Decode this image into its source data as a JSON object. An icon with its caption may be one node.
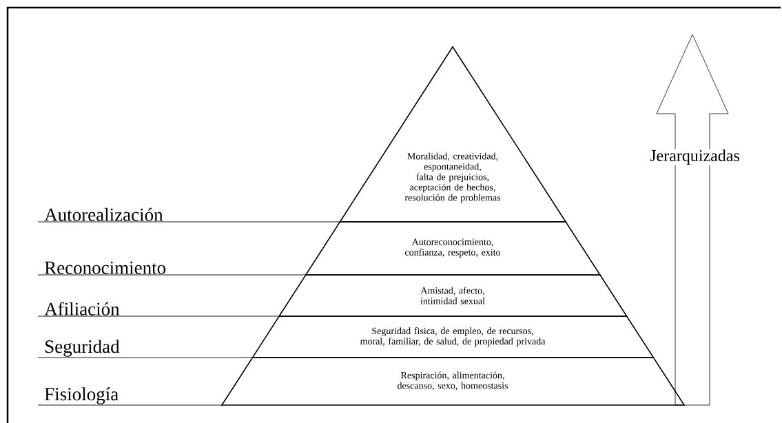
{
  "diagram": {
    "nodes": [
      {
        "text": [
          "Moralidad, creatividad, espontaneidad, falta de prejuicios, aceptación de hechos, resolución de problemas"
        ]
      },
      {
        "text": [
          "Autoreconocimiento, confianza, respeto, exito"
        ]
      },
      {
        "text": [
          "Amistad, afecto, intimidad sexual"
        ]
      },
      {
        "text": [
          "Seguridad fisica, de empleo, de recursos, moral, familiar, de salud, de propiedad privada"
        ]
      },
      {
        "text": [
          "Respiración, alimentación, descanso, sexo, homeostasis"
        ]
      },
      {
        "text": [
          "Autorealización"
        ]
      },
      {
        "text": [
          "Reconocimiento"
        ]
      },
      {
        "text": [
          "Afiliación"
        ]
      },
      {
        "text": [
          "Seguridad"
        ]
      },
      {
        "text": [
          "Fisiología"
        ]
      }
    ],
    "edges": [
      {
        "from": 5,
        "to": 0,
        "arrow": "none"
      },
      {
        "from": 6,
        "to": 1,
        "arrow": "none"
      },
      {
        "from": 7,
        "to": 2,
        "arrow": "none"
      },
      {
        "from": 8,
        "to": 3,
        "arrow": "none"
      },
      {
        "from": 9,
        "to": 4,
        "arrow": "none"
      }
    ],
    "labels": [
      "Jerarquizadas"
    ]
  }
}
